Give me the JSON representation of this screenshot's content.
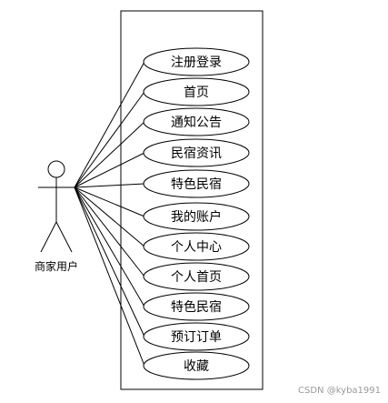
{
  "actor": {
    "label": "商家用户"
  },
  "use_cases": [
    {
      "label": "注册登录"
    },
    {
      "label": "首页"
    },
    {
      "label": "通知公告"
    },
    {
      "label": "民宿资讯"
    },
    {
      "label": "特色民宿"
    },
    {
      "label": "我的账户"
    },
    {
      "label": "个人中心"
    },
    {
      "label": "个人首页"
    },
    {
      "label": "特色民宿"
    },
    {
      "label": "预订订单"
    },
    {
      "label": "收藏"
    }
  ],
  "watermark": "CSDN @kyba1991"
}
